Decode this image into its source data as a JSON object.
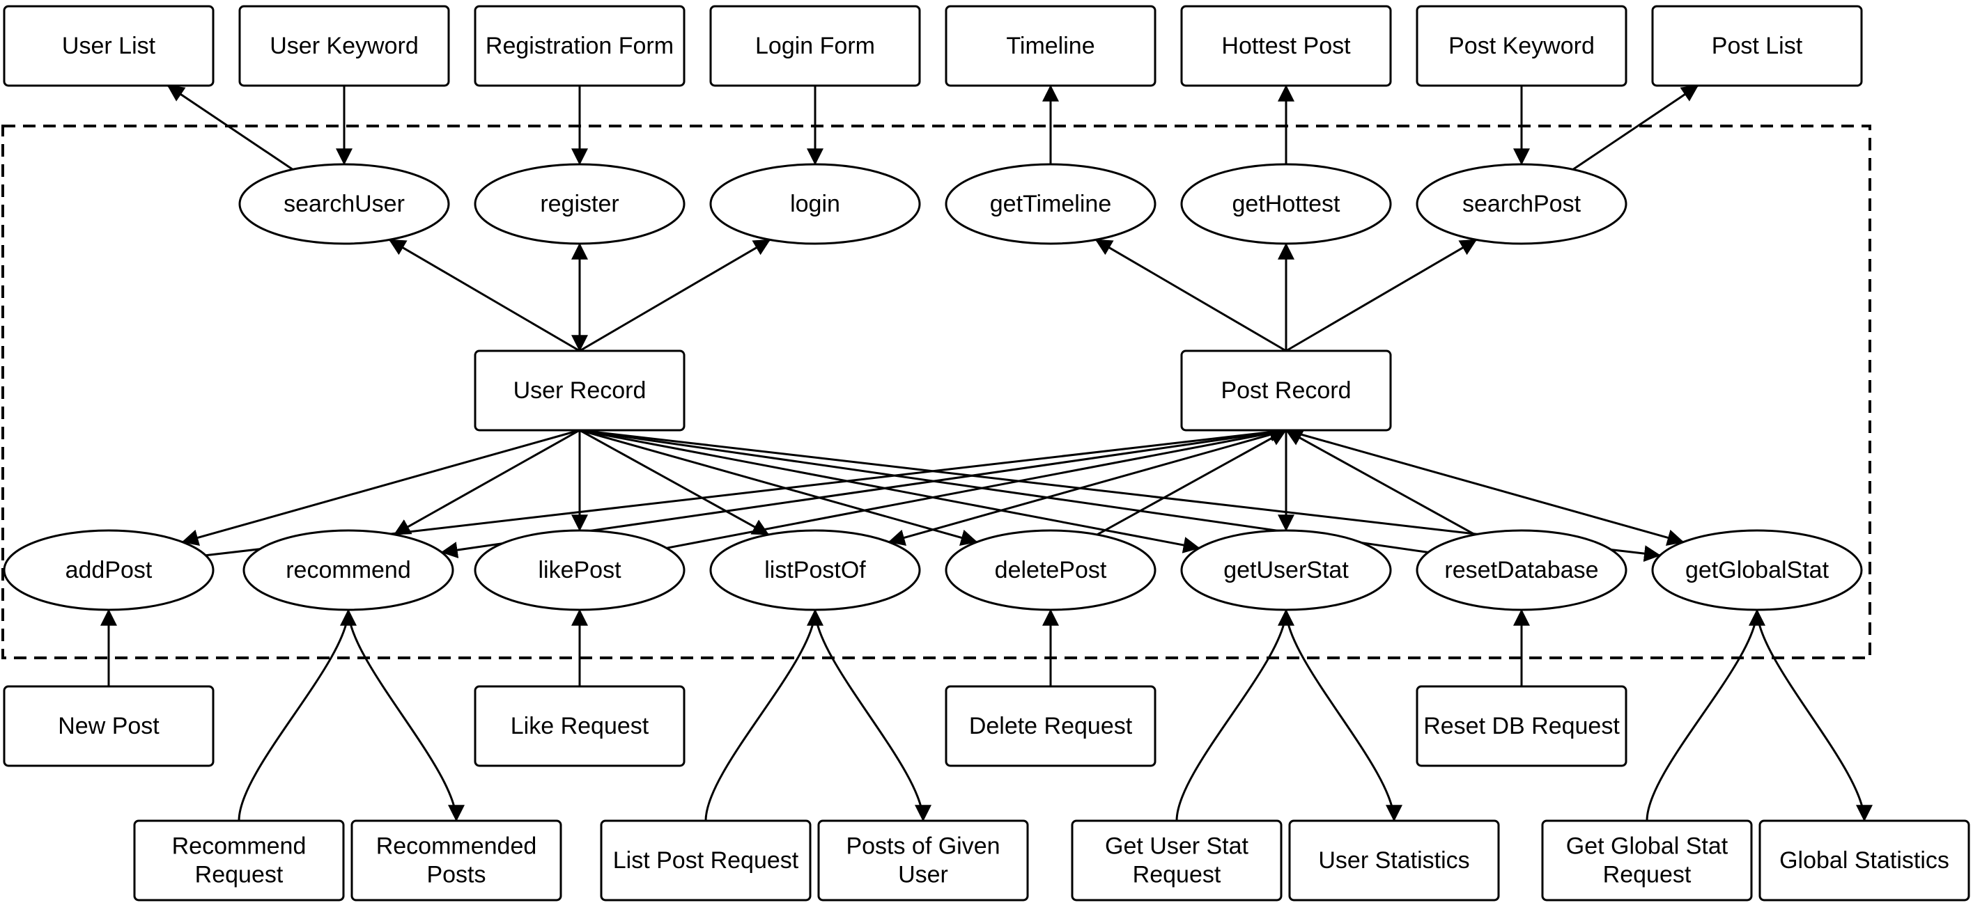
{
  "diagram": {
    "boundary": {
      "style": "dashed"
    },
    "colors": {
      "stroke": "#000000",
      "fill": "#ffffff",
      "text": "#000000"
    },
    "nodes": [
      {
        "id": "user-list",
        "shape": "rect",
        "lines": [
          "User List"
        ]
      },
      {
        "id": "user-keyword",
        "shape": "rect",
        "lines": [
          "User Keyword"
        ]
      },
      {
        "id": "registration-form",
        "shape": "rect",
        "lines": [
          "Registration Form"
        ]
      },
      {
        "id": "login-form",
        "shape": "rect",
        "lines": [
          "Login Form"
        ]
      },
      {
        "id": "timeline",
        "shape": "rect",
        "lines": [
          "Timeline"
        ]
      },
      {
        "id": "hottest-post",
        "shape": "rect",
        "lines": [
          "Hottest Post"
        ]
      },
      {
        "id": "post-keyword",
        "shape": "rect",
        "lines": [
          "Post Keyword"
        ]
      },
      {
        "id": "post-list",
        "shape": "rect",
        "lines": [
          "Post List"
        ]
      },
      {
        "id": "searchuser",
        "shape": "ellipse",
        "lines": [
          "searchUser"
        ]
      },
      {
        "id": "register",
        "shape": "ellipse",
        "lines": [
          "register"
        ]
      },
      {
        "id": "login",
        "shape": "ellipse",
        "lines": [
          "login"
        ]
      },
      {
        "id": "gettimeline",
        "shape": "ellipse",
        "lines": [
          "getTimeline"
        ]
      },
      {
        "id": "gethottest",
        "shape": "ellipse",
        "lines": [
          "getHottest"
        ]
      },
      {
        "id": "searchpost",
        "shape": "ellipse",
        "lines": [
          "searchPost"
        ]
      },
      {
        "id": "user-record",
        "shape": "rect",
        "lines": [
          "User Record"
        ]
      },
      {
        "id": "post-record",
        "shape": "rect",
        "lines": [
          "Post Record"
        ]
      },
      {
        "id": "addpost",
        "shape": "ellipse",
        "lines": [
          "addPost"
        ]
      },
      {
        "id": "recommend",
        "shape": "ellipse",
        "lines": [
          "recommend"
        ]
      },
      {
        "id": "likepost",
        "shape": "ellipse",
        "lines": [
          "likePost"
        ]
      },
      {
        "id": "listpostof",
        "shape": "ellipse",
        "lines": [
          "listPostOf"
        ]
      },
      {
        "id": "deletepost",
        "shape": "ellipse",
        "lines": [
          "deletePost"
        ]
      },
      {
        "id": "getuserstat",
        "shape": "ellipse",
        "lines": [
          "getUserStat"
        ]
      },
      {
        "id": "resetdatabase",
        "shape": "ellipse",
        "lines": [
          "resetDatabase"
        ]
      },
      {
        "id": "getglobalstat",
        "shape": "ellipse",
        "lines": [
          "getGlobalStat"
        ]
      },
      {
        "id": "new-post",
        "shape": "rect",
        "lines": [
          "New Post"
        ]
      },
      {
        "id": "like-request",
        "shape": "rect",
        "lines": [
          "Like Request"
        ]
      },
      {
        "id": "delete-request",
        "shape": "rect",
        "lines": [
          "Delete Request"
        ]
      },
      {
        "id": "reset-db-request",
        "shape": "rect",
        "lines": [
          "Reset DB Request"
        ]
      },
      {
        "id": "recommend-request",
        "shape": "rect",
        "lines": [
          "Recommend",
          "Request"
        ]
      },
      {
        "id": "recommended-posts",
        "shape": "rect",
        "lines": [
          "Recommended",
          "Posts"
        ]
      },
      {
        "id": "list-post-request",
        "shape": "rect",
        "lines": [
          "List Post Request"
        ]
      },
      {
        "id": "posts-of-given-user",
        "shape": "rect",
        "lines": [
          "Posts of Given",
          "User"
        ]
      },
      {
        "id": "get-user-stat-request",
        "shape": "rect",
        "lines": [
          "Get User Stat",
          "Request"
        ]
      },
      {
        "id": "user-statistics",
        "shape": "rect",
        "lines": [
          "User Statistics"
        ]
      },
      {
        "id": "get-global-stat-request",
        "shape": "rect",
        "lines": [
          "Get Global Stat",
          "Request"
        ]
      },
      {
        "id": "global-statistics",
        "shape": "rect",
        "lines": [
          "Global Statistics"
        ]
      }
    ],
    "edges": [
      {
        "from": "searchuser",
        "to": "user-list",
        "arrow": "end"
      },
      {
        "from": "user-keyword",
        "to": "searchuser",
        "arrow": "end"
      },
      {
        "from": "registration-form",
        "to": "register",
        "arrow": "end"
      },
      {
        "from": "login-form",
        "to": "login",
        "arrow": "end"
      },
      {
        "from": "gettimeline",
        "to": "timeline",
        "arrow": "end"
      },
      {
        "from": "gethottest",
        "to": "hottest-post",
        "arrow": "end"
      },
      {
        "from": "post-keyword",
        "to": "searchpost",
        "arrow": "end"
      },
      {
        "from": "searchpost",
        "to": "post-list",
        "arrow": "end"
      },
      {
        "from": "user-record",
        "to": "searchuser",
        "arrow": "end"
      },
      {
        "from": "user-record",
        "to": "register",
        "arrow": "both"
      },
      {
        "from": "user-record",
        "to": "login",
        "arrow": "end"
      },
      {
        "from": "post-record",
        "to": "gettimeline",
        "arrow": "end"
      },
      {
        "from": "post-record",
        "to": "gethottest",
        "arrow": "end"
      },
      {
        "from": "post-record",
        "to": "searchpost",
        "arrow": "end"
      },
      {
        "from": "user-record",
        "to": "addpost",
        "arrow": "end"
      },
      {
        "from": "user-record",
        "to": "recommend",
        "arrow": "end"
      },
      {
        "from": "user-record",
        "to": "likepost",
        "arrow": "end"
      },
      {
        "from": "user-record",
        "to": "listpostof",
        "arrow": "end"
      },
      {
        "from": "user-record",
        "to": "deletepost",
        "arrow": "end"
      },
      {
        "from": "user-record",
        "to": "getuserstat",
        "arrow": "end"
      },
      {
        "from": "user-record",
        "to": "getglobalstat",
        "arrow": "end"
      },
      {
        "from": "resetdatabase",
        "to": "user-record",
        "arrow": "none"
      },
      {
        "from": "addpost",
        "to": "post-record",
        "arrow": "end"
      },
      {
        "from": "post-record",
        "to": "recommend",
        "arrow": "end"
      },
      {
        "from": "likepost",
        "to": "post-record",
        "arrow": "end"
      },
      {
        "from": "post-record",
        "to": "listpostof",
        "arrow": "end"
      },
      {
        "from": "deletepost",
        "to": "post-record",
        "arrow": "end"
      },
      {
        "from": "post-record",
        "to": "getuserstat",
        "arrow": "end"
      },
      {
        "from": "resetdatabase",
        "to": "post-record",
        "arrow": "end"
      },
      {
        "from": "post-record",
        "to": "getglobalstat",
        "arrow": "end"
      },
      {
        "from": "new-post",
        "to": "addpost",
        "arrow": "end"
      },
      {
        "from": "like-request",
        "to": "likepost",
        "arrow": "end"
      },
      {
        "from": "delete-request",
        "to": "deletepost",
        "arrow": "end"
      },
      {
        "from": "reset-db-request",
        "to": "resetdatabase",
        "arrow": "end"
      },
      {
        "from": "recommend-request",
        "to": "recommend",
        "arrow": "end"
      },
      {
        "from": "recommend",
        "to": "recommended-posts",
        "arrow": "end"
      },
      {
        "from": "list-post-request",
        "to": "listpostof",
        "arrow": "end"
      },
      {
        "from": "listpostof",
        "to": "posts-of-given-user",
        "arrow": "end"
      },
      {
        "from": "get-user-stat-request",
        "to": "getuserstat",
        "arrow": "end"
      },
      {
        "from": "getuserstat",
        "to": "user-statistics",
        "arrow": "end"
      },
      {
        "from": "get-global-stat-request",
        "to": "getglobalstat",
        "arrow": "end"
      },
      {
        "from": "getglobalstat",
        "to": "global-statistics",
        "arrow": "end"
      }
    ]
  }
}
